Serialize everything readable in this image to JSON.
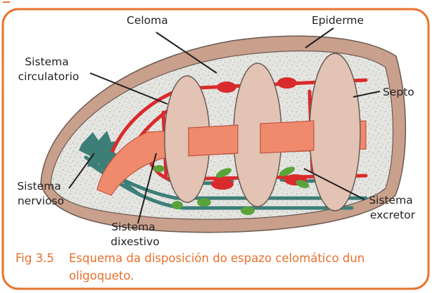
{
  "figure": {
    "labels": {
      "celoma": "Celoma",
      "epiderme": "Epiderme",
      "sistema_circulatorio": [
        "Sistema",
        "circulatorio"
      ],
      "septo": "Septo",
      "sistema_nervioso": [
        "Sistema",
        "nervioso"
      ],
      "sistema_dixestivo": [
        "Sistema",
        "dixestivo"
      ],
      "sistema_excretor": [
        "Sistema",
        "excretor"
      ]
    },
    "caption": {
      "number": "Fig 3.5",
      "line1": "Esquema da disposición do espazo celomático dun",
      "line2": "oligoqueto."
    }
  },
  "colors": {
    "frame_border": "#e8732e",
    "caption_text": "#e86f2c",
    "epidermis": "#c9a08c",
    "coelom_fill": "#e4e4e1",
    "septum": "#e2c3b4",
    "gut": "#f08a6c",
    "circulatory": "#d92b2b",
    "nervous": "#3b7f78",
    "excretory": "#5aa33b"
  }
}
